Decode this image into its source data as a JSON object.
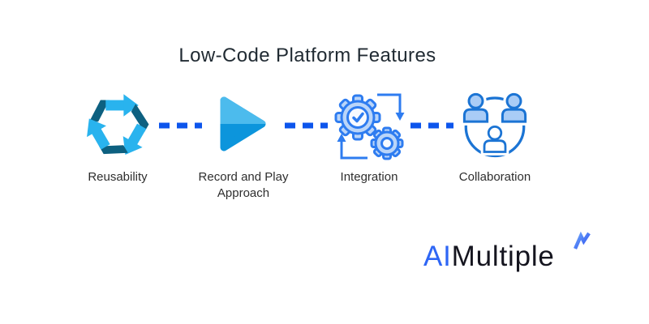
{
  "title": "Low-Code Platform Features",
  "features": [
    {
      "label": "Reusability",
      "icon": "recycle-icon"
    },
    {
      "label": "Record and Play Approach",
      "icon": "play-icon"
    },
    {
      "label": "Integration",
      "icon": "gears-icon"
    },
    {
      "label": "Collaboration",
      "icon": "collaboration-icon"
    }
  ],
  "connectors": {
    "style": "dashed",
    "count": 3,
    "color": "#0d55ec"
  },
  "logo": {
    "text_primary": "AI",
    "text_secondary": "Multiple",
    "mark": "pulse-mark",
    "primary_color": "#2e66f5",
    "secondary_color": "#15151f"
  },
  "colors": {
    "title_text": "#212b33",
    "label_text": "#2e2e2e",
    "dash_blue": "#0d55ec",
    "recycle_light": "#29b3ee",
    "recycle_dark": "#0d6080",
    "play_top": "#4cbbed",
    "play_bottom": "#0c95dc",
    "gear_fill": "#bad5f9",
    "gear_stroke": "#2e7cf0",
    "person_fill": "#a9ccf6",
    "person_stroke": "#1b74d4",
    "mark_gradient_start": "#6ea8fa",
    "mark_gradient_end": "#2c4ef0",
    "background": "#ffffff"
  }
}
